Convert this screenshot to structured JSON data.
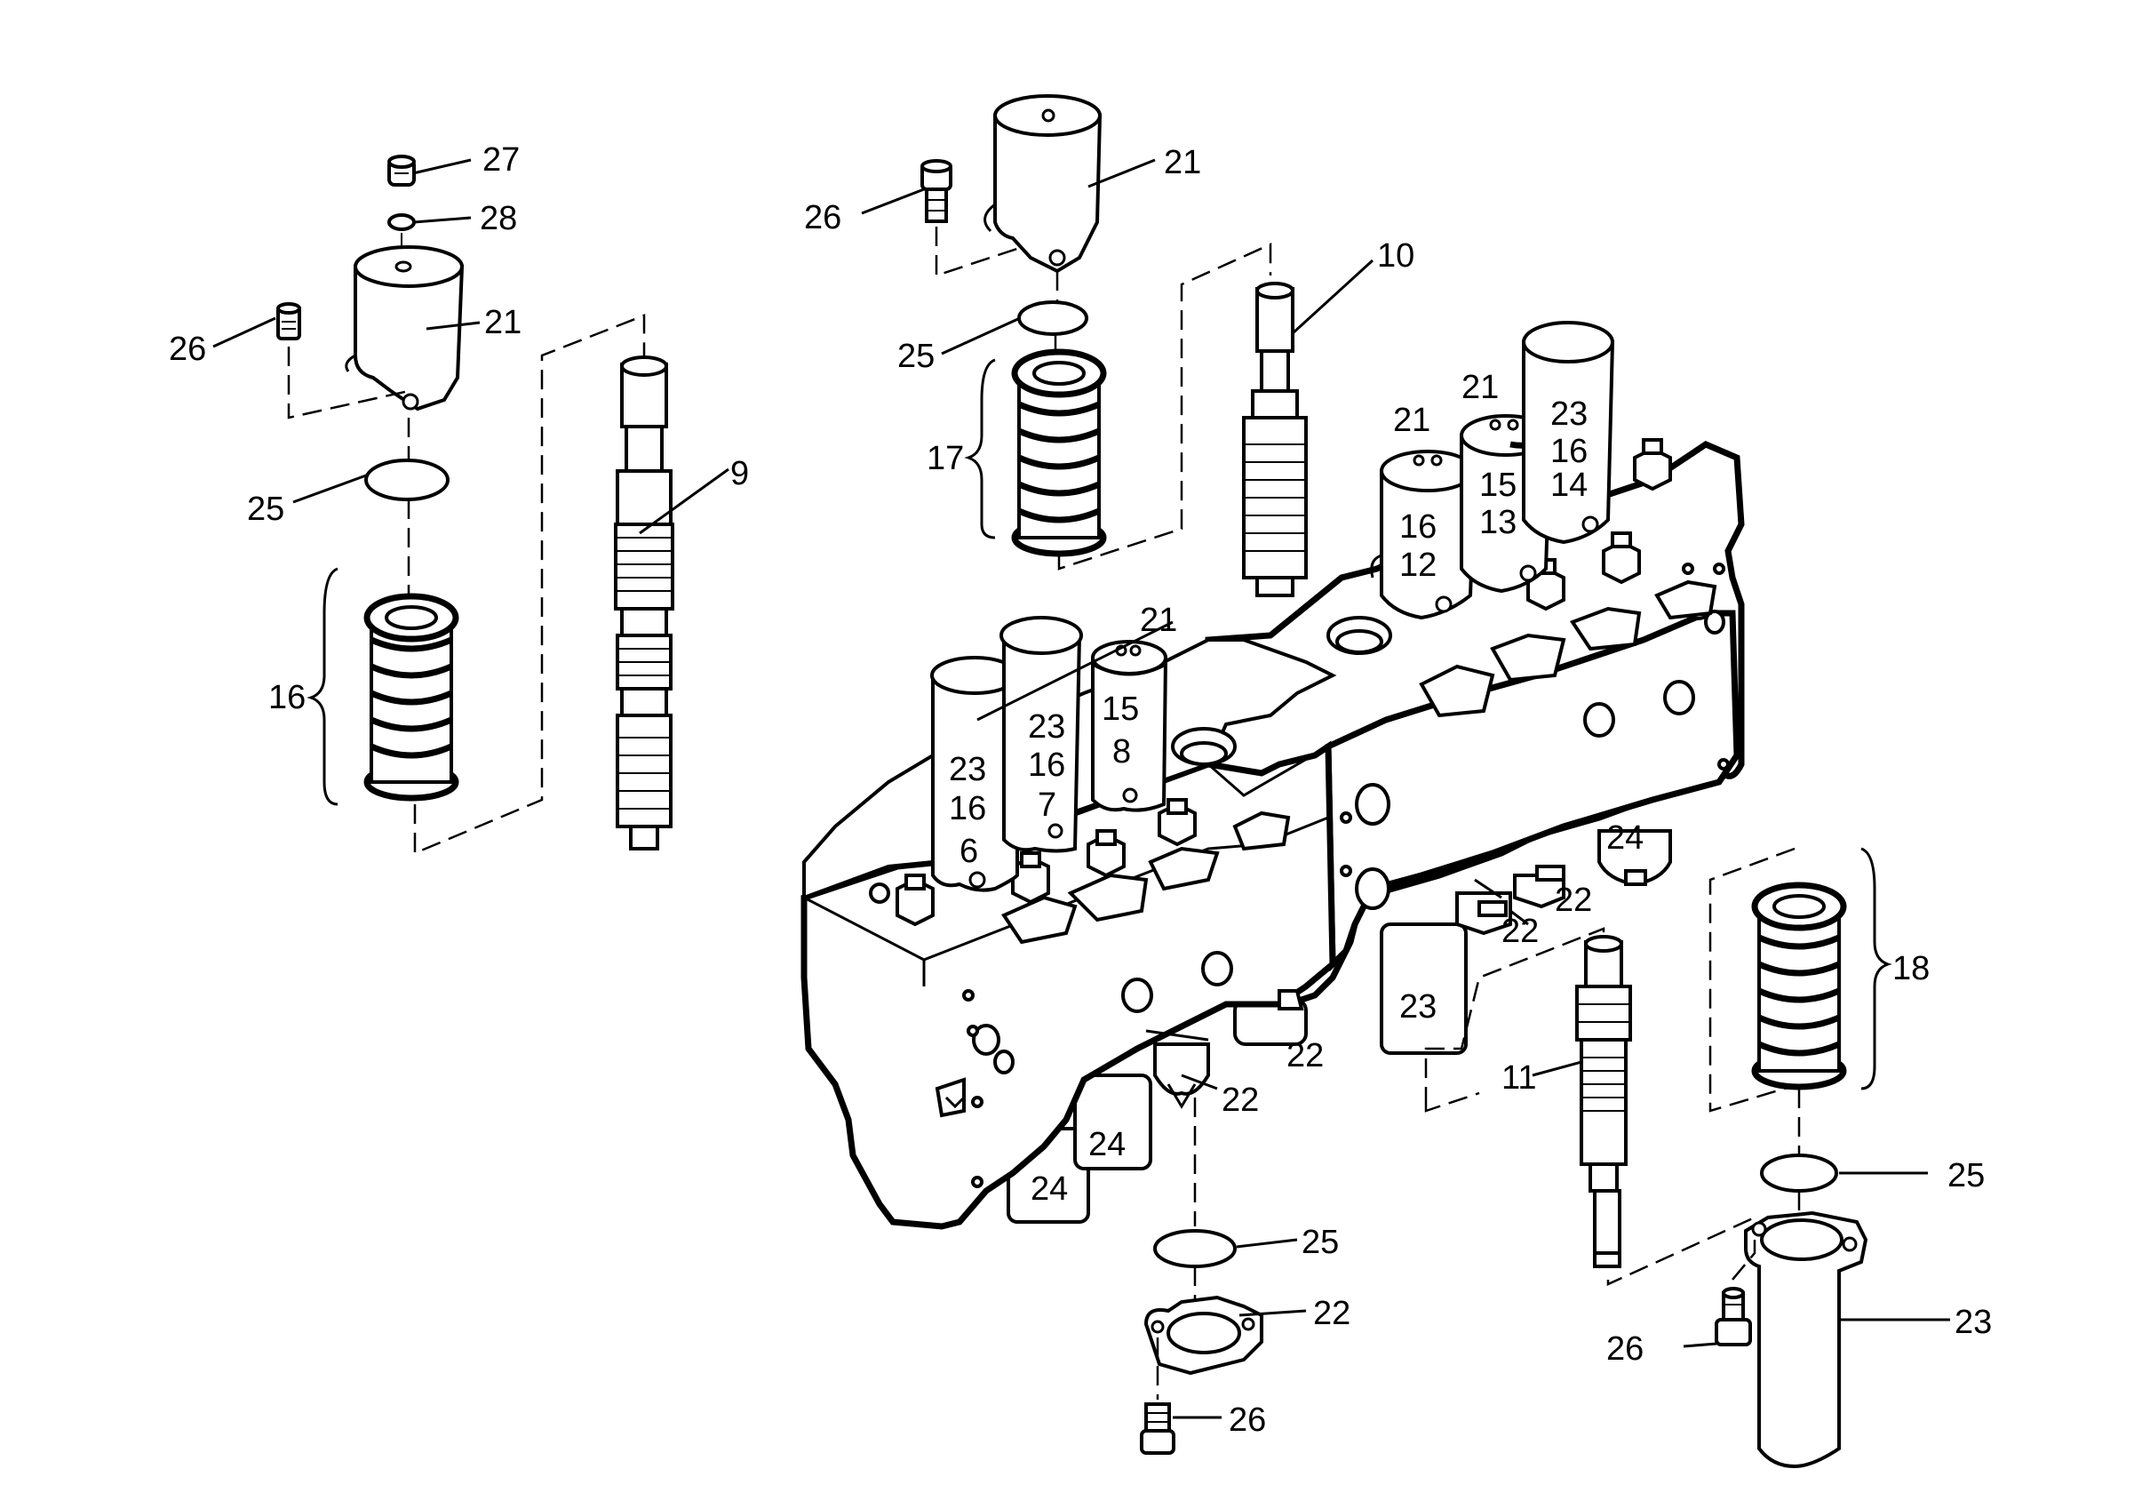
{
  "callouts": {
    "c27": "27",
    "c28": "28",
    "c21_left": "21",
    "c26_left": "26",
    "c25_left": "25",
    "c16_left": "16",
    "c9": "9",
    "c26_top": "26",
    "c21_top": "21",
    "c25_top": "25",
    "c17": "17",
    "c10": "10",
    "c21_mid": "21",
    "c21_r1": "21",
    "c21_r2": "21",
    "c22_a": "22",
    "c22_b": "22",
    "c22_c": "22",
    "c22_d": "22",
    "c24_a": "24",
    "c24_b": "24",
    "c24_c": "24",
    "c23_mid": "23",
    "c11": "11",
    "c25_bottom": "25",
    "c22_flange": "22",
    "c26_bottom": "26",
    "c18": "18",
    "c25_right": "25",
    "c23_right": "23",
    "c26_right": "26"
  },
  "solenoid_labels": {
    "s1": [
      "23",
      "16",
      "6"
    ],
    "s2": [
      "23",
      "16",
      "7"
    ],
    "s3": [
      "15",
      "8"
    ],
    "s4": [
      "16",
      "12"
    ],
    "s5": [
      "15",
      "13"
    ],
    "s6": [
      "23",
      "16",
      "14"
    ]
  }
}
